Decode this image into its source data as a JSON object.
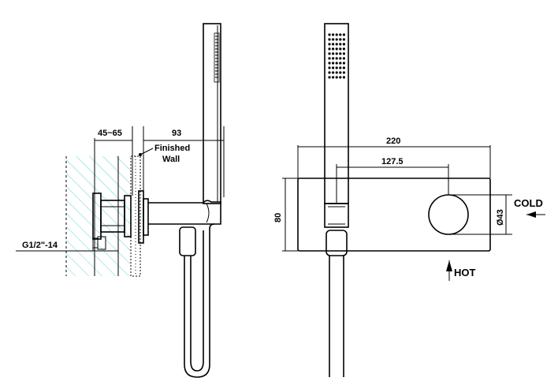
{
  "side_view": {
    "dim_width": "45~65",
    "dim_offset": "93",
    "finished_wall_line1": "Finished",
    "finished_wall_line2": "Wall",
    "thread_label": "G1/2\"-14"
  },
  "front_view": {
    "dim_total": "220",
    "dim_center": "127.5",
    "dim_height": "80",
    "dim_diameter": "Ø43",
    "cold_label": "COLD",
    "hot_label": "HOT"
  },
  "colors": {
    "line": "#000000",
    "hatch": "#5fd3d3"
  }
}
